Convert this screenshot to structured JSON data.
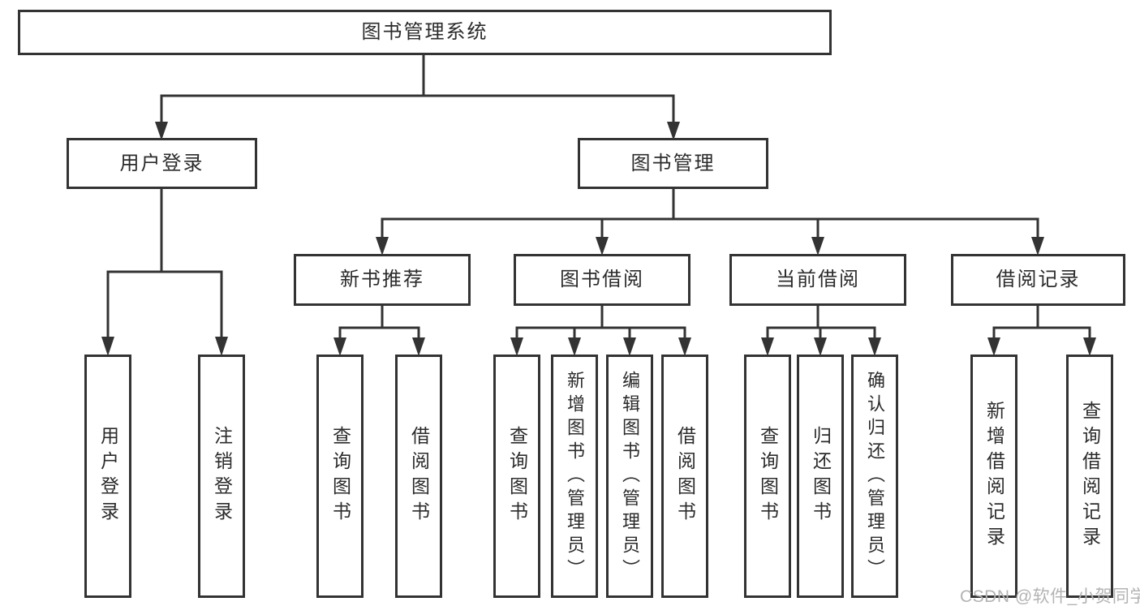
{
  "diagram": {
    "root": {
      "label": "图书管理系统"
    },
    "level2": [
      {
        "label": "用户登录",
        "children": [
          {
            "label": "用户登录"
          },
          {
            "label": "注销登录"
          }
        ]
      },
      {
        "label": "图书管理",
        "children": [
          {
            "label": "新书推荐",
            "children": [
              {
                "label": "查询图书"
              },
              {
                "label": "借阅图书"
              }
            ]
          },
          {
            "label": "图书借阅",
            "children": [
              {
                "label": "查询图书"
              },
              {
                "label": "新增图书（管理员）"
              },
              {
                "label": "编辑图书（管理员）"
              },
              {
                "label": "借阅图书"
              }
            ]
          },
          {
            "label": "当前借阅",
            "children": [
              {
                "label": "查询图书"
              },
              {
                "label": "归还图书"
              },
              {
                "label": "确认归还（管理员）"
              }
            ]
          },
          {
            "label": "借阅记录",
            "children": [
              {
                "label": "新增借阅记录"
              },
              {
                "label": "查询借阅记录"
              }
            ]
          }
        ]
      }
    ]
  },
  "watermark": {
    "text": "CSDN @软件_小贺同学"
  },
  "colors": {
    "border": "#333333",
    "line": "#333333",
    "text": "#2b2b2b",
    "background": "#ffffff",
    "watermark": "#b3b3b3"
  }
}
